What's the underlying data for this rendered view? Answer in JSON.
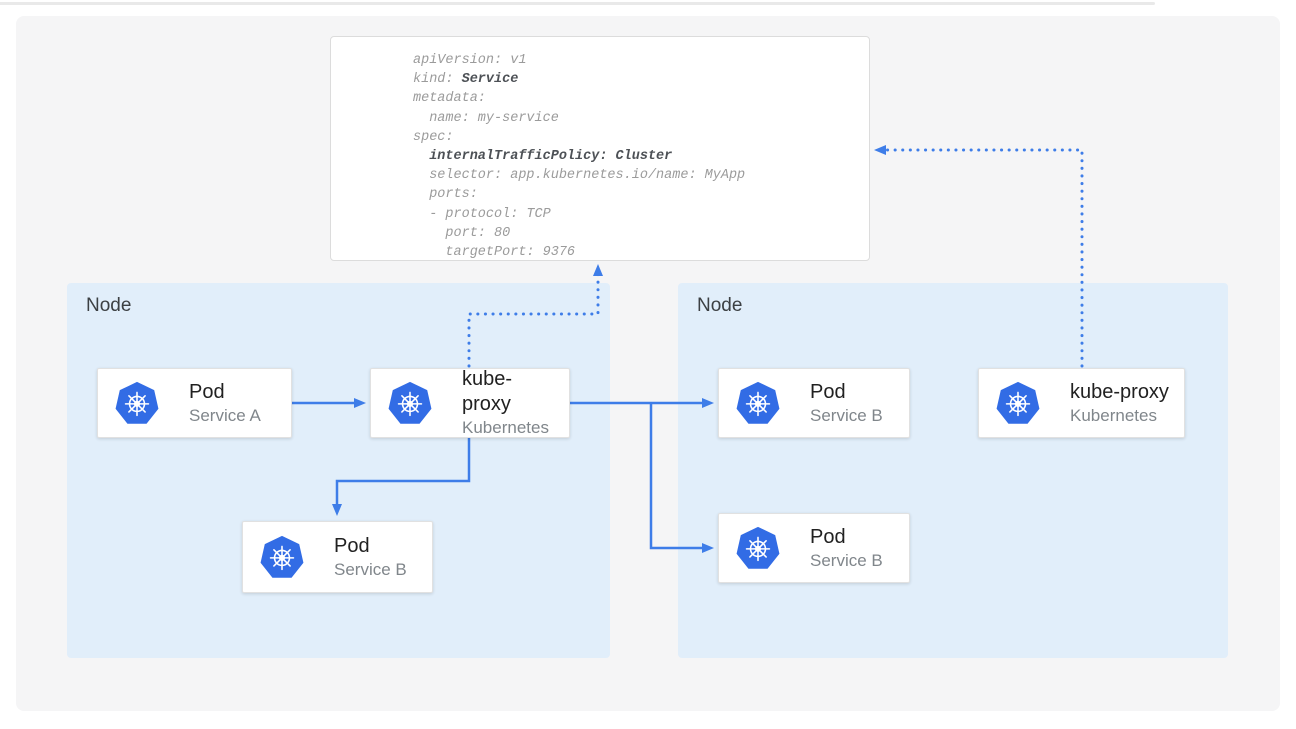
{
  "yaml_card": {
    "lines": [
      [
        {
          "t": "apiVersion: v1"
        }
      ],
      [
        {
          "t": "kind: "
        },
        {
          "t": "Service",
          "b": true
        }
      ],
      [
        {
          "t": "metadata:"
        }
      ],
      [
        {
          "t": "  name: my-service"
        }
      ],
      [
        {
          "t": "spec:"
        }
      ],
      [
        {
          "t": "  "
        },
        {
          "t": "internalTrafficPolicy: Cluster",
          "b": true
        }
      ],
      [
        {
          "t": "  selector: app.kubernetes.io/name: MyApp"
        }
      ],
      [
        {
          "t": "  ports:"
        }
      ],
      [
        {
          "t": "  - protocol: TCP"
        }
      ],
      [
        {
          "t": "    port: 80"
        }
      ],
      [
        {
          "t": "    targetPort: 9376"
        }
      ]
    ]
  },
  "nodes": [
    {
      "label": "Node",
      "cards": [
        {
          "title": "Pod",
          "subtitle": "Service A"
        },
        {
          "title": "kube-proxy",
          "subtitle": "Kubernetes"
        },
        {
          "title": "Pod",
          "subtitle": "Service B"
        }
      ]
    },
    {
      "label": "Node",
      "cards": [
        {
          "title": "Pod",
          "subtitle": "Service B"
        },
        {
          "title": "Pod",
          "subtitle": "Service B"
        },
        {
          "title": "kube-proxy",
          "subtitle": "Kubernetes"
        }
      ]
    }
  ],
  "icons": {
    "card_logo": "kubernetes-wheel-icon"
  },
  "colors": {
    "kubernetes_blue": "#326CE5",
    "arrow_blue": "#3E7DE8",
    "node_background": "#E1EEFA",
    "panel_background": "#F5F5F6",
    "code_text": "#9B9B9B",
    "code_bold": "#4D5156",
    "node_label_text": "#3C4043",
    "card_title_text": "#212121",
    "card_subtitle_text": "#80868B"
  }
}
